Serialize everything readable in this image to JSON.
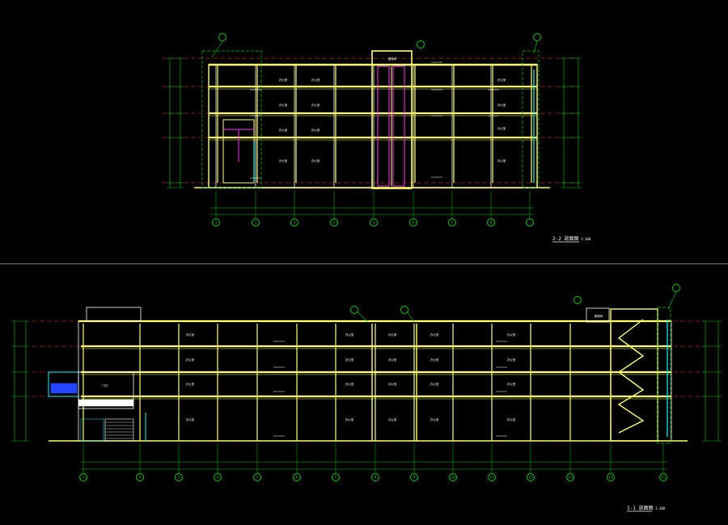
{
  "colors": {
    "background": "#000000",
    "structure": "#ffff66",
    "grid": "#00cc00",
    "level_lines": "#ff3333",
    "core": "#ff33ff",
    "accent": "#00ffff",
    "text": "#ffffff",
    "window_blue": "#2244ff"
  },
  "section_upper": {
    "title": "2-2 剖面图",
    "scale": "1:100",
    "room_labels": [
      "办公室",
      "办公室",
      "办公室",
      "办公室",
      "楼梯间"
    ],
    "axis_labels": [
      "1",
      "2",
      "3",
      "4",
      "5",
      "6",
      "7",
      "8"
    ]
  },
  "section_lower": {
    "title": "1-1 剖面图",
    "scale": "1:100",
    "room_labels": [
      "办公室",
      "办公室",
      "办公室",
      "办公室",
      "办公室",
      "办公室",
      "办公室",
      "办公室",
      "楼梯间",
      "门厅"
    ],
    "axis_labels": [
      "1",
      "2",
      "3",
      "4",
      "5",
      "6",
      "7",
      "8",
      "9",
      "10",
      "11",
      "12",
      "13",
      "14",
      "15"
    ]
  }
}
